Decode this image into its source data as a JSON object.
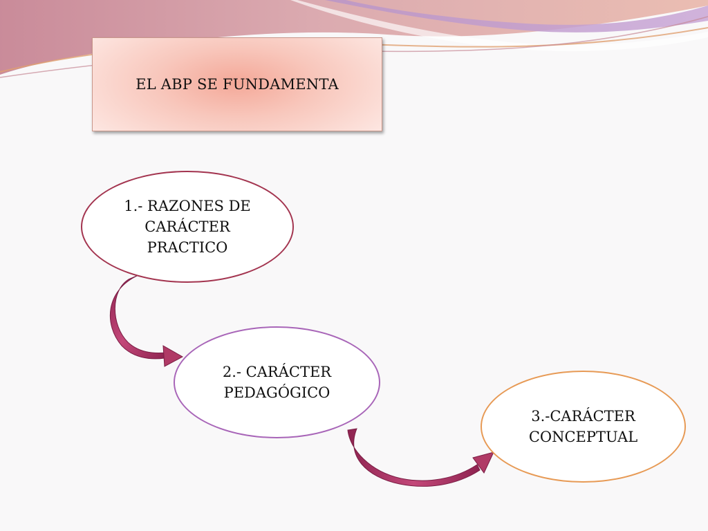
{
  "title": "EL ABP SE FUNDAMENTA",
  "nodes": [
    {
      "lines": [
        "1.- RAZONES DE",
        "CARÁCTER",
        "PRACTICO"
      ]
    },
    {
      "lines": [
        "2.- CARÁCTER",
        "PEDAGÓGICO"
      ]
    },
    {
      "lines": [
        "3.-CARÁCTER",
        "CONCEPTUAL"
      ]
    }
  ],
  "colors": {
    "background": "#f9f8f9",
    "title_fill": "#f4a898",
    "node1_border": "#a3344f",
    "node2_border": "#a865b8",
    "node3_border": "#e79a55",
    "arrow": "#a33060"
  }
}
